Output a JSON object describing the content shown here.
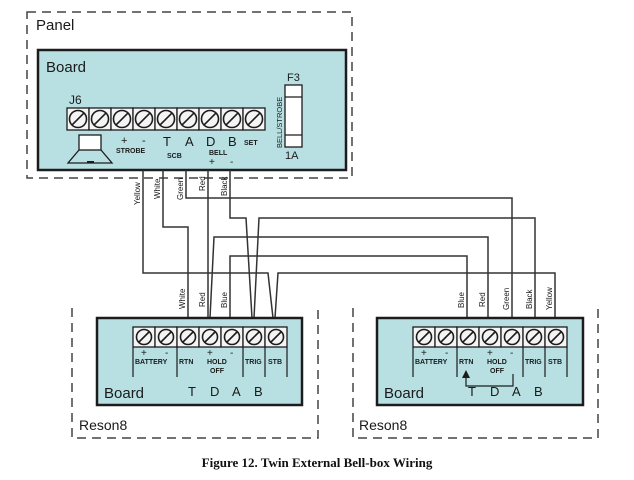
{
  "panel": {
    "label": "Panel",
    "board_label": "Board",
    "connector_label": "J6",
    "terminal_count": 9,
    "terminal_labels": [
      "+",
      "-",
      "T",
      "A",
      "D",
      "B",
      "SET"
    ],
    "group_labels": {
      "strobe": "STROBE",
      "scb": "SCB",
      "bell": "BELL",
      "bell_plus": "+",
      "bell_minus": "-"
    },
    "fuse": {
      "name": "F3",
      "rating": "1A",
      "function": "BELL/STROBE"
    },
    "wires_out": [
      "Yellow",
      "White",
      "Green",
      "Red",
      "Black"
    ]
  },
  "reson8_left": {
    "label": "Reson8",
    "board_label": "Board",
    "terminal_count": 7,
    "labels": {
      "plus": "+",
      "minus": "-",
      "battery": "BATTERY",
      "rtn": "RTN",
      "hold_plus": "+",
      "hold_minus": "-",
      "hold": "HOLD",
      "off": "OFF",
      "trig": "TRIG",
      "stb": "STB"
    },
    "bus_letters": [
      "T",
      "D",
      "A",
      "B"
    ],
    "wires_in": [
      "White",
      "Red",
      "Blue"
    ]
  },
  "reson8_right": {
    "label": "Reson8",
    "board_label": "Board",
    "terminal_count": 7,
    "labels": {
      "plus": "+",
      "minus": "-",
      "battery": "BATTERY",
      "rtn": "RTN",
      "hold_plus": "+",
      "hold_minus": "-",
      "hold": "HOLD",
      "off": "OFF",
      "trig": "TRIG",
      "stb": "STB"
    },
    "bus_letters": [
      "T",
      "D",
      "A",
      "B"
    ],
    "wires_in": [
      "Blue",
      "Red",
      "Green",
      "Black",
      "Yellow"
    ],
    "link": "RTN to HOLD OFF -"
  },
  "colors": {
    "board": "#b8e0e2",
    "line": "#333333"
  },
  "caption": "Figure 12. Twin External Bell-box Wiring"
}
